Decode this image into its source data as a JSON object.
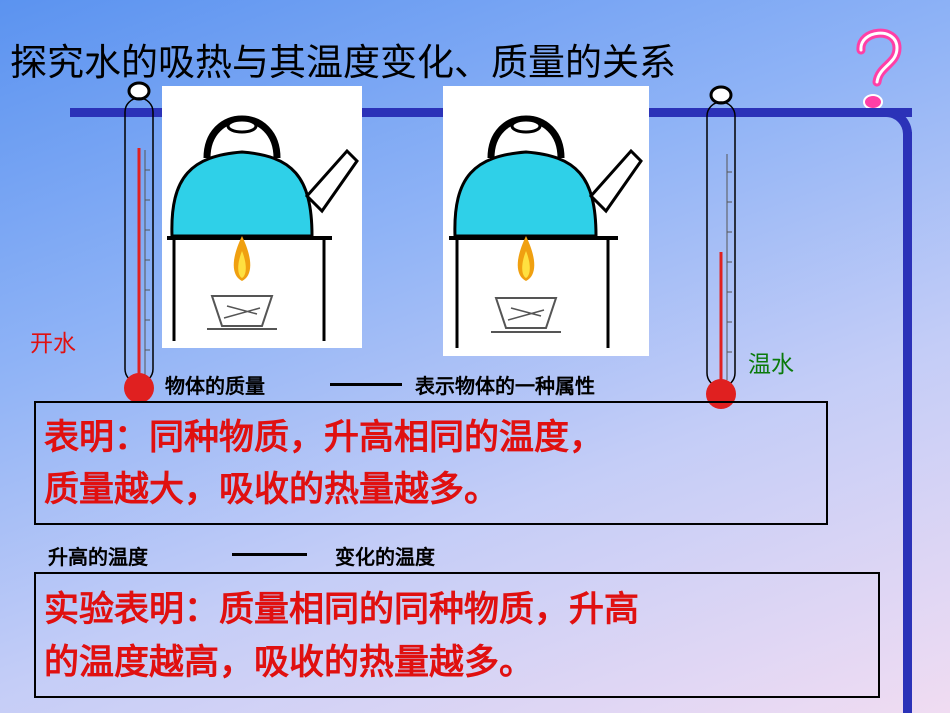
{
  "title": "探究水的吸热与其温度变化、质量的关系",
  "question_mark": "?",
  "labels": {
    "left_thermometer": "开水",
    "right_thermometer": "温水"
  },
  "mass_line": {
    "left": "物体的质量",
    "right": "表示物体的一种属性"
  },
  "box1": {
    "line1": "表明：同种物质，升高相同的温度，",
    "line2": "质量越大，吸收的热量越多。"
  },
  "temp_line": {
    "left": "升高的温度",
    "right": "变化的温度"
  },
  "box2": {
    "line1": "实验表明：质量相同的同种物质，升高",
    "line2": "的温度越高，吸收的热量越多。"
  },
  "colors": {
    "frame": "#2b32b8",
    "answer_text": "#e01010",
    "left_label": "#e01010",
    "right_label": "#0a7a0a",
    "water": "#2fd0e8",
    "mercury": "#e02020"
  },
  "thermometers": {
    "left_level": 0.93,
    "right_level": 0.52
  }
}
